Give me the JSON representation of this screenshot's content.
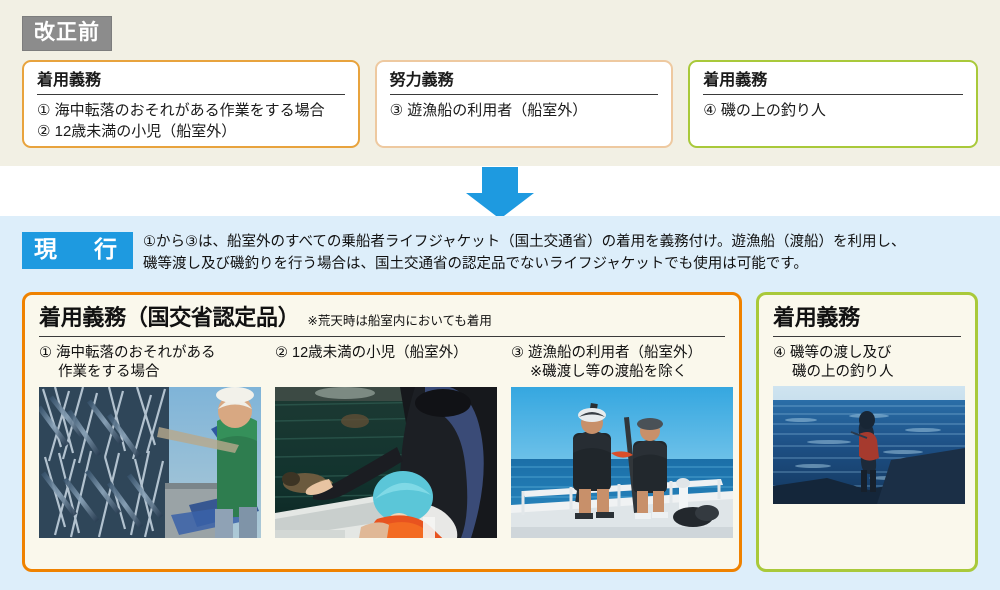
{
  "before": {
    "badge": "改正前",
    "boxes": [
      {
        "title": "着用義務",
        "border_color": "#e8a33d",
        "items": [
          "① 海中転落のおそれがある作業をする場合",
          "② 12歳未満の小児（船室外）"
        ]
      },
      {
        "title": "努力義務",
        "border_color": "#eec9a0",
        "items": [
          "③ 遊漁船の利用者（船室外）"
        ]
      },
      {
        "title": "着用義務",
        "border_color": "#a9c93a",
        "items": [
          "④ 磯の上の釣り人"
        ]
      }
    ]
  },
  "arrow": {
    "icon": "down-arrow-icon",
    "color": "#1e9ae0"
  },
  "current": {
    "badge": "現　行",
    "description_line1": "①から③は、船室外のすべての乗船者ライフジャケット（国土交通省）の着用を義務付け。遊漁船（渡船）を利用し、",
    "description_line2": "磯等渡し及び磯釣りを行う場合は、国土交通省の認定品でないライフジャケットでも使用は可能です。",
    "main_panel": {
      "title": "着用義務（国交省認定品）",
      "note": "※荒天時は船室内においても着用",
      "border_color": "#ef8200",
      "cards": [
        {
          "label_line1": "① 海中転落のおそれがある",
          "label_line2": "作業をする場合",
          "photo_name": "photo-fisherman-hauling-net"
        },
        {
          "label_line1": "② 12歳未満の小児（船室外）",
          "label_line2": "",
          "photo_name": "photo-child-in-lifejacket-on-boat"
        },
        {
          "label_line1": "③ 遊漁船の利用者（船室外）",
          "label_line2": "※磯渡し等の渡船を除く",
          "photo_name": "photo-anglers-on-boat-deck"
        }
      ]
    },
    "side_panel": {
      "title": "着用義務",
      "border_color": "#a9c93a",
      "label_line1": "④ 磯等の渡し及び",
      "label_line2": "磯の上の釣り人",
      "photo_name": "photo-angler-on-rocky-shore"
    }
  }
}
